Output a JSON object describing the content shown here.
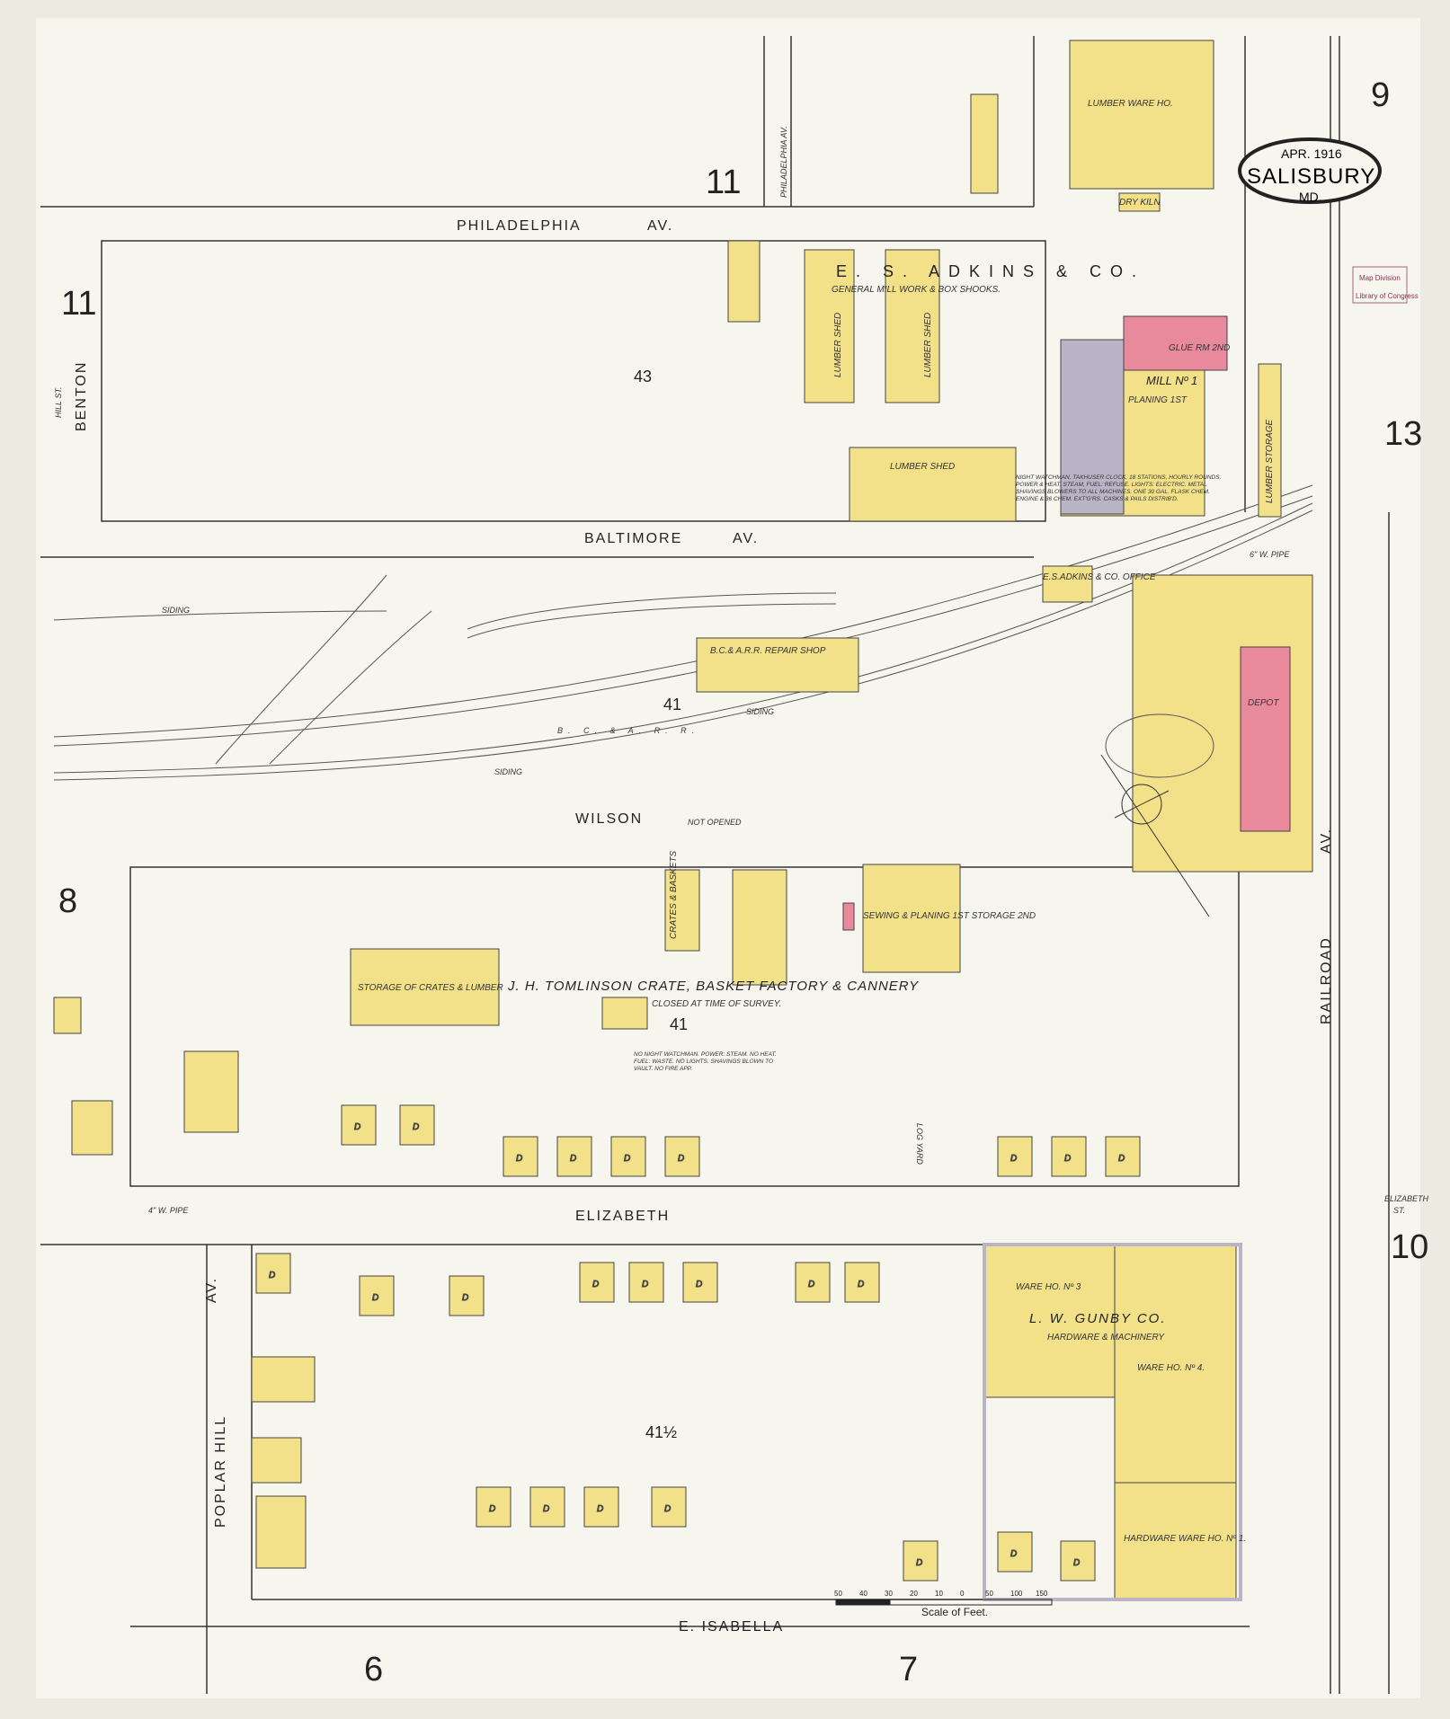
{
  "sheet": {
    "number": "9",
    "city": "SALISBURY",
    "state": "MD.",
    "date": "APR. 1916",
    "adjacent_sheets": {
      "top": "11",
      "left_top": "11",
      "left_mid": "8",
      "right_top": "13",
      "right_bottom": "10",
      "bottom_left": "6",
      "bottom_right": "7"
    }
  },
  "stamps": {
    "library_1": "Map Division",
    "library_2": "Library of Congress"
  },
  "streets": {
    "philadelphia": "PHILADELPHIA",
    "av": "AV.",
    "philadelphia_av_short": "PHILADELPHIA AV.",
    "baltimore": "BALTIMORE",
    "wilson": "WILSON",
    "wilson_note": "NOT OPENED",
    "elizabeth": "ELIZABETH",
    "elizabeth_st": "ELIZABETH",
    "st": "ST.",
    "e_isabella": "E. ISABELLA",
    "benton": "BENTON",
    "hill_st": "HILL ST.",
    "poplar_hill": "POPLAR HILL",
    "railroad": "RAILROAD",
    "railroad_av": "AV."
  },
  "blocks": {
    "b43": "43",
    "b41a": "41",
    "b41b": "41",
    "b41half": "41½"
  },
  "labels": {
    "adkins_name": "E. S. ADKINS & CO.",
    "adkins_sub": "GENERAL MILL WORK & BOX SHOOKS.",
    "lumber_ware": "LUMBER WARE HO.",
    "lumber_shed": "LUMBER SHED",
    "lumber_storage": "LUMBER STORAGE",
    "mill_no1": "MILL Nº 1",
    "mill_planing": "PLANING 1ST",
    "dry_kiln": "DRY KILN",
    "glue": "GLUE RM 2ND",
    "watch_note": "NIGHT WATCHMAN, TAKHUSER CLOCK, 18 STATIONS, HOURLY ROUNDS. POWER & HEAT: STEAM, FUEL: REFUSE. LIGHTS: ELECTRIC. METAL SHAVINGS BLOWERS TO ALL MACHINES. ONE 30 GAL. FLASK CHEM. ENGINE & 36 CHEM. EXT'G'RS. CASKS & PAILS DISTRIB'D.",
    "adkins_office": "E.S.ADKINS & CO. OFFICE",
    "repair_shop": "B.C.& A.R.R. REPAIR SHOP",
    "depot": "DEPOT",
    "rr": "B. C. & A. R. R.",
    "siding": "SIDING",
    "tomlinson": "J. H. TOMLINSON CRATE, BASKET FACTORY & CANNERY",
    "closed": "CLOSED AT TIME OF SURVEY.",
    "storage_crates": "STORAGE OF CRATES & LUMBER",
    "sewing": "SEWING & PLANING 1ST STORAGE 2ND",
    "tomlinson_note": "NO NIGHT WATCHMAN. POWER: STEAM. NO HEAT. FUEL: WASTE. NO LIGHTS. SHAVINGS BLOWN TO VAULT. NO FIRE APP.",
    "log_yard": "LOG YARD",
    "crates_baskets": "CRATES & BASKETS",
    "gunby": "L. W. GUNBY CO.",
    "gunby_sub": "HARDWARE & MACHINERY",
    "ware3": "WARE HO. Nº 3",
    "ware4": "WARE HO. Nº 4.",
    "hardware1": "HARDWARE WARE HO. Nº 1.",
    "water_pipe": "6\" W. PIPE",
    "four_pipe": "4\" W. PIPE",
    "scale": "Scale of Feet.",
    "scale_ticks": [
      "50",
      "40",
      "30",
      "20",
      "10",
      "0",
      "50",
      "100",
      "150"
    ],
    "house_d": "D"
  },
  "colors": {
    "paper": "#ecebe2",
    "frame": "#f7f6ee",
    "yellow": "#f3e18a",
    "pink": "#e88a9c",
    "gray": "#b9b4c6",
    "ink": "#222222"
  }
}
